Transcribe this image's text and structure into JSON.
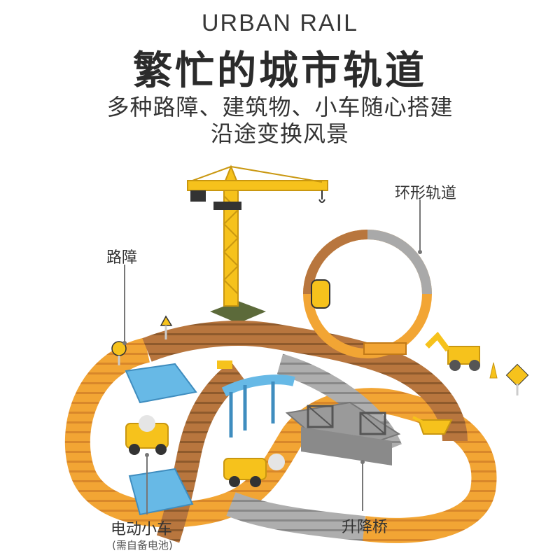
{
  "header": {
    "title_en": "URBAN RAIL",
    "title_cn": "繁忙的城市轨道",
    "subtitle_line1": "多种路障、建筑物、小车随心搭建",
    "subtitle_line2": "沿途变换风景"
  },
  "callouts": {
    "loop_track": "环形轨道",
    "roadblock": "路障",
    "electric_car": "电动小车",
    "battery_note": "(需自备电池)",
    "lift_bridge": "升降桥"
  },
  "colors": {
    "track_orange": "#f2a534",
    "track_brown": "#b8763e",
    "track_grey": "#a9a9a9",
    "track_blue": "#67b9e6",
    "crane_yellow": "#f6c21c",
    "bridge_grey": "#8f8f8f"
  }
}
